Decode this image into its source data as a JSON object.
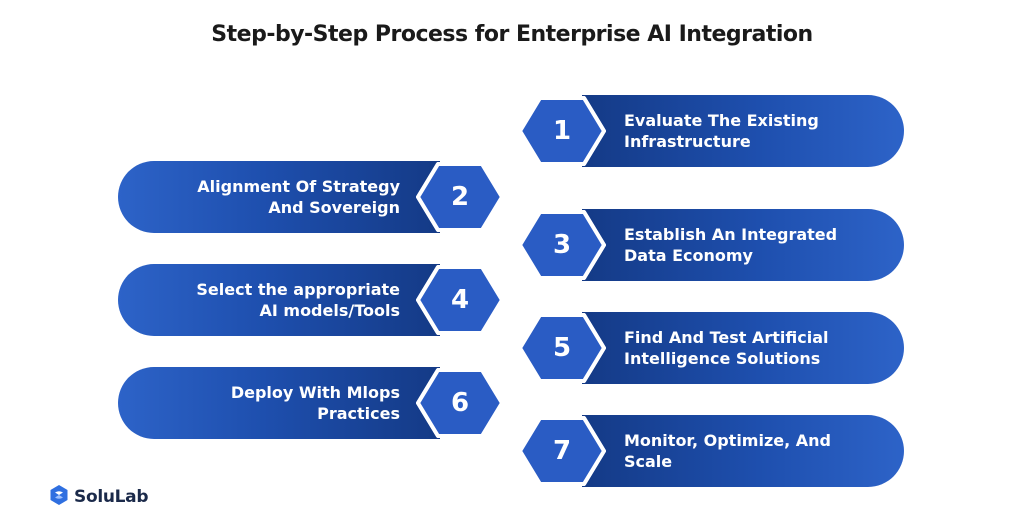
{
  "title": "Step-by-Step Process for Enterprise AI Integration",
  "steps": [
    {
      "number": "1",
      "line1": "Evaluate The Existing",
      "line2": "Infrastructure",
      "side": "right"
    },
    {
      "number": "2",
      "line1": "Alignment Of Strategy",
      "line2": "And Sovereign",
      "side": "left"
    },
    {
      "number": "3",
      "line1": "Establish An Integrated",
      "line2": "Data Economy",
      "side": "right"
    },
    {
      "number": "4",
      "line1": "Select the appropriate",
      "line2": "AI models/Tools",
      "side": "left"
    },
    {
      "number": "5",
      "line1": "Find And Test Artificial",
      "line2": "Intelligence Solutions",
      "side": "right"
    },
    {
      "number": "6",
      "line1": "Deploy With Mlops",
      "line2": "Practices",
      "side": "left"
    },
    {
      "number": "7",
      "line1": "Monitor, Optimize, And",
      "line2": "Scale",
      "side": "right"
    }
  ],
  "logo": {
    "text": "SoluLab",
    "icon": "solulab-logo-icon"
  },
  "colors": {
    "pill_dark": "#143a86",
    "pill_light": "#2d63c8",
    "hex": "#2a5cc4",
    "title": "#1a1a1a"
  }
}
